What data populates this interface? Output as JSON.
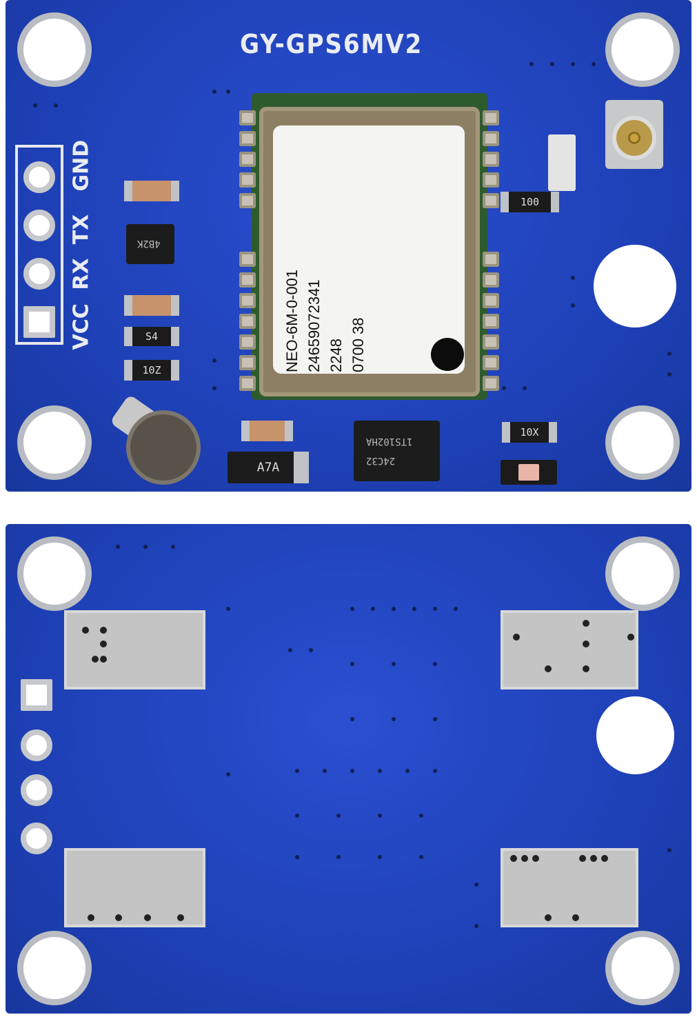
{
  "top_board": {
    "brand": "GY-GPS6MV2",
    "pin_labels": [
      "VCC",
      "RX",
      "TX",
      "GND"
    ],
    "module_lines": [
      "NEO-6M-0-001",
      "24659072341",
      "2248",
      "0700 38"
    ],
    "component_codes": {
      "r1": "4B2K",
      "r2": "S4",
      "r3": "10Z",
      "r4": "100",
      "r5": "10X",
      "diode": "A7A",
      "eeprom_line1": "24C32",
      "eeprom_line2": "1TS102HA"
    }
  },
  "colors": {
    "pcb_blue": "#1f41b8",
    "silkscreen": "#e9ecf2",
    "pad_metal": "#c4c4c4"
  }
}
